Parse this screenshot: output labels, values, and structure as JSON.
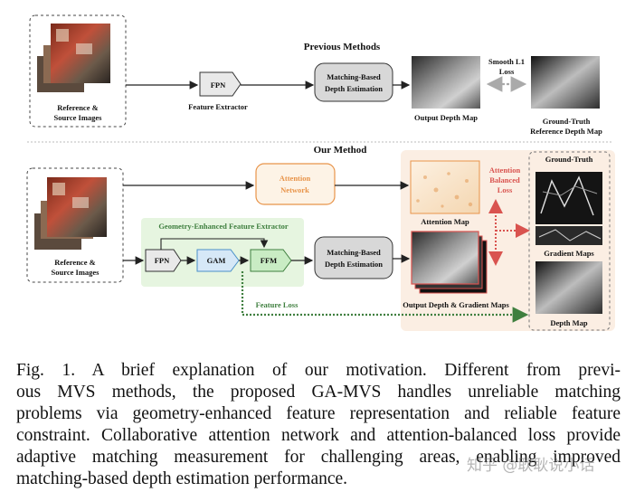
{
  "previous": {
    "title": "Previous Methods",
    "input_label_1": "Reference &",
    "input_label_2": "Source Images",
    "fpn": "FPN",
    "feature_extractor": "Feature Extractor",
    "matching_1": "Matching-Based",
    "matching_2": "Depth Estimation",
    "output_depth": "Output Depth Map",
    "loss_1": "Smooth L1",
    "loss_2": "Loss",
    "gt_1": "Ground-Truth",
    "gt_2": "Reference Depth Map"
  },
  "ours": {
    "title": "Our Method",
    "input_label_1": "Reference &",
    "input_label_2": "Source Images",
    "attention_1": "Attention",
    "attention_2": "Network",
    "gefe_title": "Geometry-Enhanced Feature Extractor",
    "fpn": "FPN",
    "gam": "GAM",
    "ffm": "FFM",
    "matching_1": "Matching-Based",
    "matching_2": "Depth Estimation",
    "attention_map": "Attention Map",
    "output_maps": "Output Depth & Gradient Maps",
    "ab_loss_1": "Attention",
    "ab_loss_2": "Balanced",
    "ab_loss_3": "Loss",
    "ground_truth": "Ground-Truth",
    "gradient_maps": "Gradient Maps",
    "depth_map": "Depth Map",
    "feature_loss": "Feature Loss"
  },
  "caption": {
    "line1": "Fig. 1.     A brief explanation of our motivation. Different from previ-",
    "line2": "ous MVS methods, the proposed GA-MVS handles unreliable matching",
    "line3": "problems via geometry-enhanced feature representation and reliable feature",
    "line4": "constraint. Collaborative attention network and attention-balanced loss provide",
    "line5": "adaptive matching measurement for challenging areas, enabling improved",
    "line6": "matching-based depth estimation performance."
  },
  "watermark": "知乎 @耿耿说小话",
  "colors": {
    "attention_orange": "#e8944a",
    "loss_red": "#d9534f",
    "feature_green": "#3f7f3f",
    "gam_blue": "#4a90c8",
    "gefe_bg": "#e6f5e0",
    "right_panel_bg": "#fbeee3"
  }
}
